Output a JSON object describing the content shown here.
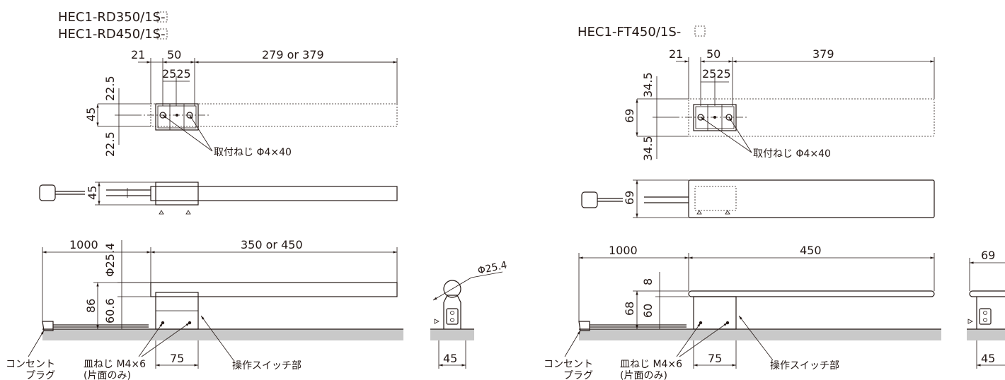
{
  "left": {
    "titles": [
      "HEC1-RD350/1S-",
      "HEC1-RD450/1S-"
    ],
    "top": {
      "dims": [
        "21",
        "50",
        "279 or 379",
        "2525",
        "22.5",
        "45",
        "22.5"
      ],
      "callout": "取付ねじ Φ4×40"
    },
    "side": {
      "dims": [
        "45"
      ]
    },
    "front": {
      "dims": [
        "1000",
        "350 or 450",
        "Φ25.4",
        "86",
        "60.6",
        "75"
      ],
      "labels": [
        "コンセント",
        "プラグ",
        "皿ねじ M4×6",
        "(片面のみ)",
        "操作スイッチ部"
      ]
    },
    "end": {
      "dims": [
        "Φ25.4",
        "45"
      ]
    }
  },
  "right": {
    "title": "HEC1-FT450/1S-",
    "top": {
      "dims": [
        "21",
        "50",
        "379",
        "2525",
        "34.5",
        "69",
        "34.5"
      ],
      "callout": "取付ねじ Φ4×40"
    },
    "side": {
      "dims": [
        "69"
      ]
    },
    "front": {
      "dims": [
        "1000",
        "450",
        "8",
        "68",
        "60",
        "75"
      ],
      "labels": [
        "コンセント",
        "プラグ",
        "皿ねじ M4×6",
        "(片面のみ)",
        "操作スイッチ部"
      ]
    },
    "end": {
      "dims": [
        "69",
        "45"
      ]
    }
  }
}
